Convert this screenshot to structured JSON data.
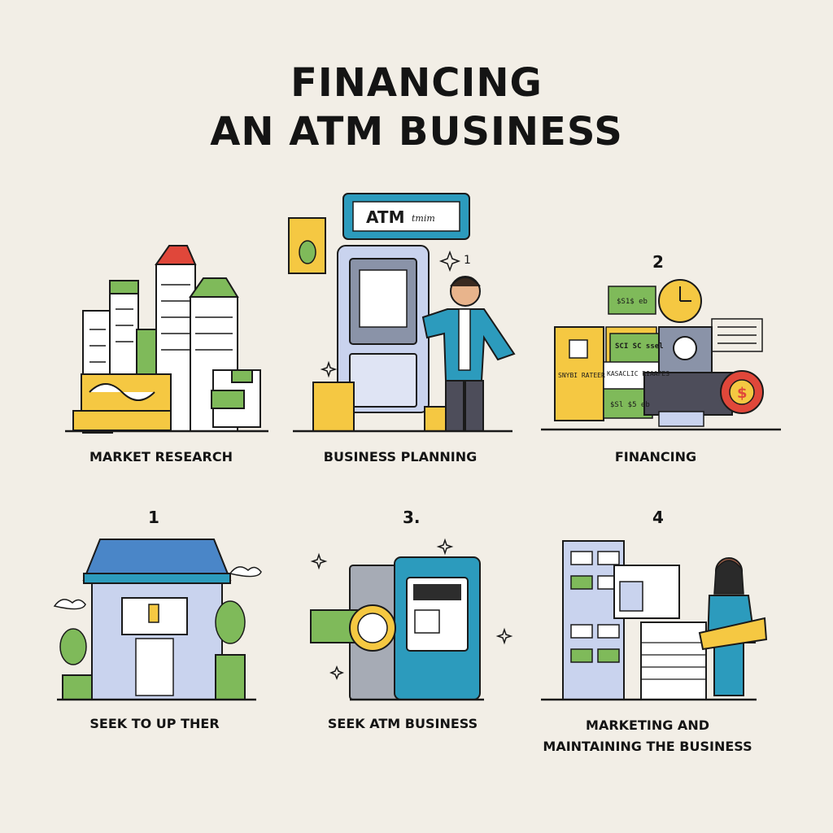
{
  "title": {
    "line1": "FINANCING",
    "line2": "AN ATM BUSINESS"
  },
  "steps": [
    {
      "caption": "MARKET RESEARCH",
      "number": "",
      "icon": "city-buildings-icon"
    },
    {
      "caption": "BUSINESS PLANNING",
      "number": "",
      "icon": "atm-machine-with-man-icon",
      "sign": "ATM",
      "sign_extra": "tmim",
      "mark": "1"
    },
    {
      "caption": "FINANCING",
      "number": "2",
      "icon": "money-safe-icon",
      "texts": [
        "$S1$ eb",
        "SCI SC ssel",
        "SNYBI RATEER",
        "KASACLIC RIAAFES",
        "$Sl $5 eb"
      ]
    },
    {
      "caption": "SEEK TO UP THER",
      "number": "1",
      "icon": "storefront-icon"
    },
    {
      "caption": "SEEK ATM BUSINESS",
      "number": "3.",
      "icon": "atm-kiosk-icon"
    },
    {
      "caption_line1": "MARKETING AND",
      "caption_line2": "MAINTAINING THE BUSINESS",
      "number": "4",
      "icon": "office-worker-icon"
    }
  ],
  "colors": {
    "background": "#f2eee6",
    "yellow": "#f5c842",
    "blue": "#2c9bbd",
    "green": "#7fba5a",
    "red": "#e0473a",
    "lavender": "#c9d3ee"
  }
}
